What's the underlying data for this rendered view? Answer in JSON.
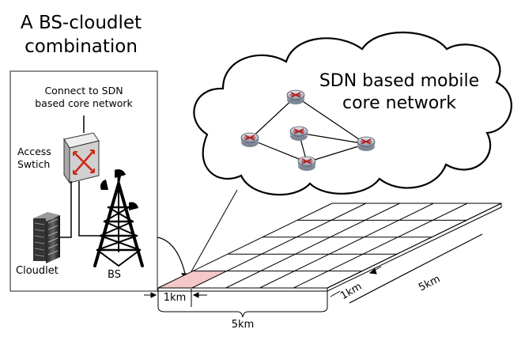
{
  "title": {
    "line1": "A BS-cloudlet",
    "line2": "combination"
  },
  "panel": {
    "connect_line1": "Connect to SDN",
    "connect_line2": "based core network",
    "switch_line1": "Access",
    "switch_line2": "Swtich",
    "cloudlet_label": "Cloudlet",
    "bs_label": "BS"
  },
  "cloud": {
    "line1": "SDN based mobile",
    "line2": "core network"
  },
  "grid": {
    "cell_label": "1km",
    "width_label": "5km",
    "depth_cell_label": "1km",
    "depth_label": "5km",
    "highlight_color": "#f4c8c8"
  },
  "colors": {
    "router_body": "#bfc7d2",
    "router_arrows": "#b22222",
    "switch_body": "#d6d6d6",
    "line": "#000000"
  }
}
